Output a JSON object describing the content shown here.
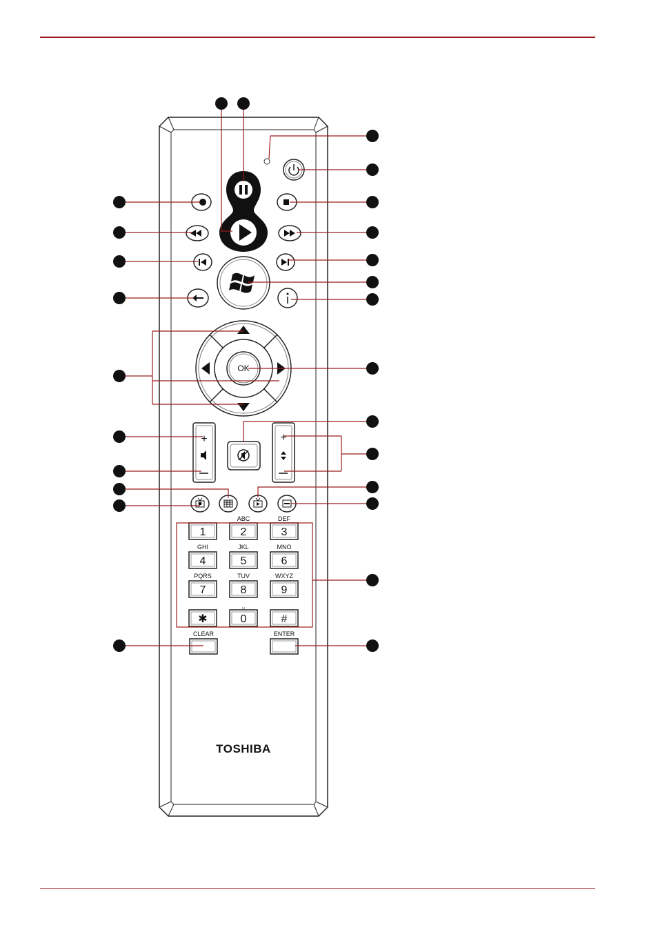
{
  "remote": {
    "brand": "TOSHIBA",
    "ok_label": "OK",
    "clear_label": "CLEAR",
    "enter_label": "ENTER",
    "keypad": {
      "rows": [
        [
          {
            "num": "1",
            "letters": ""
          },
          {
            "num": "2",
            "letters": "ABC"
          },
          {
            "num": "3",
            "letters": "DEF"
          }
        ],
        [
          {
            "num": "4",
            "letters": "GHI"
          },
          {
            "num": "5",
            "letters": "JKL"
          },
          {
            "num": "6",
            "letters": "MNO"
          }
        ],
        [
          {
            "num": "7",
            "letters": "PQRS"
          },
          {
            "num": "8",
            "letters": "TUV"
          },
          {
            "num": "9",
            "letters": "WXYZ"
          }
        ],
        [
          {
            "num": "✱",
            "letters": ""
          },
          {
            "num": "0",
            "letters": "⎵"
          },
          {
            "num": "#",
            "letters": ""
          }
        ]
      ]
    }
  },
  "colors": {
    "accent_rule": "#9b1c1c",
    "callout": "#9b1c1c",
    "outline": "#222222",
    "callout_dot": "#111111"
  },
  "icons": [
    "record-icon",
    "rewind-icon",
    "skip-back-icon",
    "back-arrow-icon",
    "pause-icon",
    "play-icon",
    "power-icon",
    "stop-icon",
    "fast-forward-icon",
    "skip-forward-icon",
    "windows-start-icon",
    "info-icon",
    "mute-icon",
    "live-tv-icon",
    "guide-icon",
    "recorded-tv-icon",
    "dvd-menu-icon"
  ]
}
